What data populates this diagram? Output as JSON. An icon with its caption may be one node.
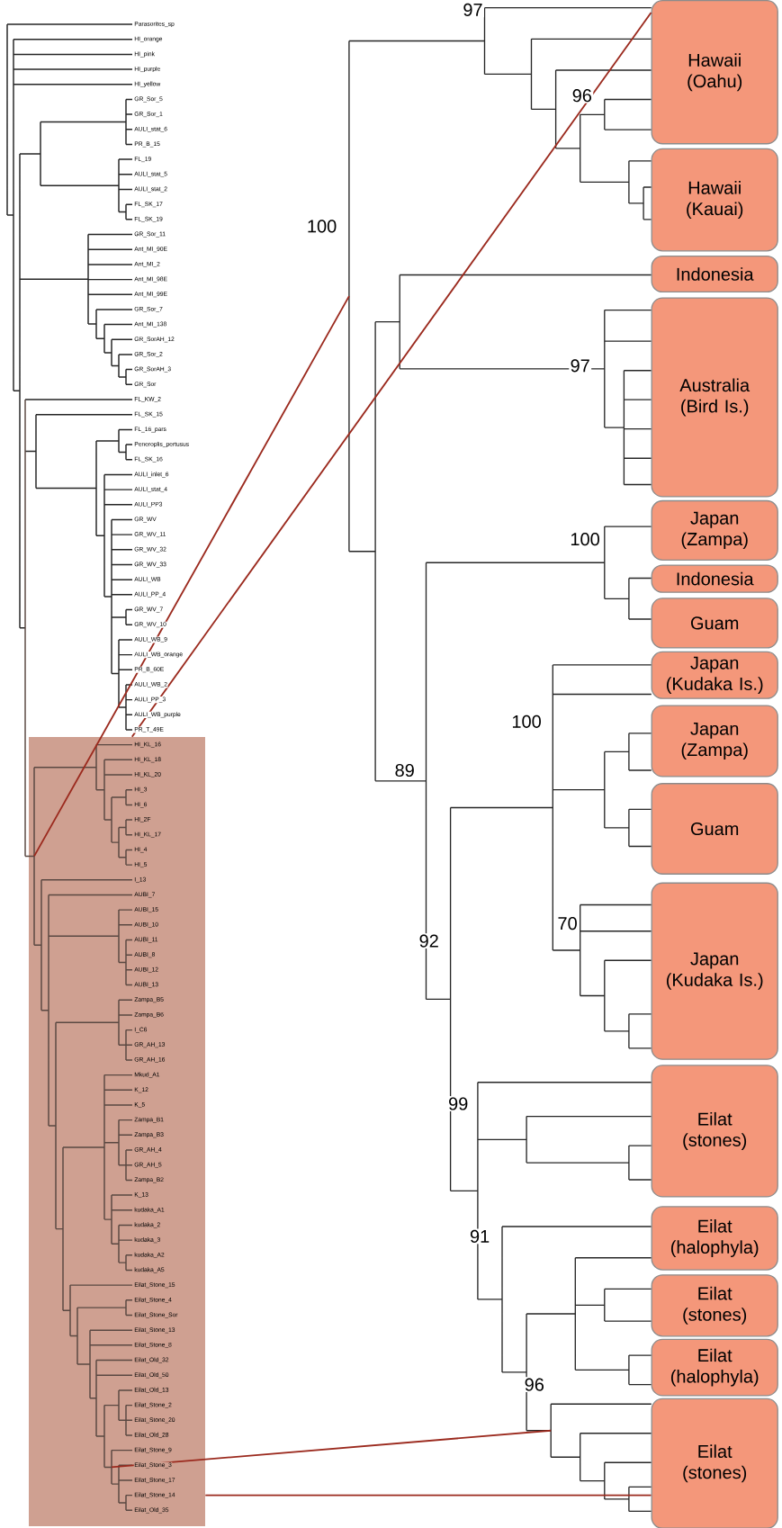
{
  "diagram": {
    "nodes": [
      {
        "text": [
          "Hawaii (Oahu)"
        ]
      },
      {
        "text": [
          "Hawaii (Kauai)"
        ]
      },
      {
        "text": [
          "Indonesia"
        ]
      },
      {
        "text": [
          "Australia (Bird Is.)"
        ]
      },
      {
        "text": [
          "Japan (Zampa)"
        ]
      },
      {
        "text": [
          "Indonesia"
        ]
      },
      {
        "text": [
          "Guam"
        ]
      },
      {
        "text": [
          "Japan (Kudaka Is.)"
        ]
      },
      {
        "text": [
          "Japan (Zampa)"
        ]
      },
      {
        "text": [
          "Guam"
        ]
      },
      {
        "text": [
          "Japan (Kudaka Is.)"
        ]
      },
      {
        "text": [
          "Eilat (stones)"
        ]
      },
      {
        "text": [
          "Eilat (halophyla)"
        ]
      },
      {
        "text": [
          "Eilat (stones)"
        ]
      },
      {
        "text": [
          "Eilat (halophyla)"
        ]
      },
      {
        "text": [
          "Eilat (stones)"
        ]
      },
      {
        "text": [],
        "shape": "box"
      }
    ],
    "edges": [
      {
        "from": 16,
        "to": 0,
        "arrow": "none",
        "color": "#9b2a1e"
      },
      {
        "from": 16,
        "to": 15,
        "arrow": "none",
        "color": "#9b2a1e"
      }
    ],
    "labels": [
      "Parasorites_sp",
      "HI_orange",
      "HI_pink",
      "HI_purple",
      "HI_yellow",
      "GR_Sor_5",
      "GR_Sor_1",
      "AULI_stat_6",
      "PR_B_15",
      "FL_19",
      "AULI_stat_5",
      "AULI_stat_2",
      "FL_SK_17",
      "FL_SK_19",
      "GR_Sor_11",
      "Ant_MI_90E",
      "Ant_MI_2",
      "Ant_MI_98E",
      "Ant_MI_99E",
      "GR_Sor_7",
      "Ant_MI_138",
      "GR_SorAH_12",
      "GR_Sor_2",
      "GR_SorAH_3",
      "GR_Sor",
      "FL_KW_2",
      "FL_SK_15",
      "FL_16_pars",
      "Peneroplis_pertusus",
      "FL_SK_16",
      "AULI_inlet_6",
      "AULI_stat_4",
      "AULI_PP3",
      "GR_WV",
      "GR_WV_11",
      "GR_WV_32",
      "GR_WV_33",
      "AULI_WB",
      "AULI_PP_4",
      "GR_WV_7",
      "GR_WV_10",
      "AULI_WB_9",
      "AULI_WB_orange",
      "PR_B_60E",
      "AULI_WB_2",
      "AULI_PP_3",
      "AULI_WB_purple",
      "PR_T_49E",
      "HI_KL_16",
      "HI_KL_18",
      "HI_KL_20",
      "HI_3",
      "HI_6",
      "HI_2F",
      "HI_KL_17",
      "HI_4",
      "HI_5",
      "I_13",
      "AUBI_7",
      "AUBI_15",
      "AUBI_10",
      "AUBI_11",
      "AUBI_8",
      "AUBI_12",
      "AUBI_13",
      "Zampa_B5",
      "Zampa_B6",
      "I_C6",
      "GR_AH_13",
      "GR_AH_16",
      "Mkud_A1",
      "K_12",
      "K_5",
      "Zampa_B1",
      "Zampa_B3",
      "GR_AH_4",
      "GR_AH_5",
      "Zampa_B2",
      "K_13",
      "kudaka_A1",
      "kudaka_2",
      "kudaka_3",
      "kudaka_A2",
      "kudaka_A5",
      "Eilat_Stone_15",
      "Eilat_Stone_4",
      "Eilat_Stone_Sor",
      "Eilat_Stone_13",
      "Eilat_Stone_8",
      "Eilat_Old_32",
      "Eilat_Old_50",
      "Eilat_Old_13",
      "Eilat_Stone_2",
      "Eilat_Stone_20",
      "Eilat_Old_28",
      "Eilat_Stone_9",
      "Eilat_Stone_3",
      "Eilat_Stone_17",
      "Eilat_Stone_14",
      "Eilat_Old_35",
      "97",
      "96",
      "100",
      "97",
      "100",
      "100",
      "89",
      "70",
      "92",
      "99",
      "91",
      "96"
    ]
  }
}
